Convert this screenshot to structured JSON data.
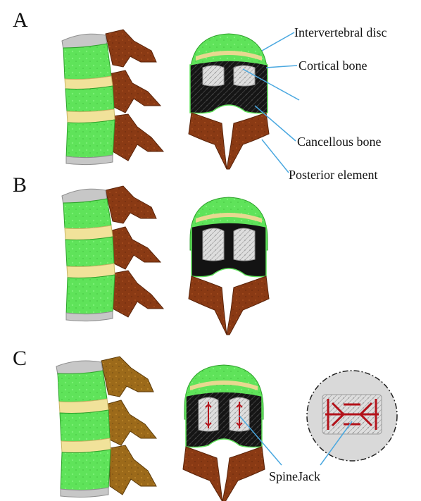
{
  "panels": {
    "a": {
      "letter": "A"
    },
    "b": {
      "letter": "B"
    },
    "c": {
      "letter": "C"
    }
  },
  "callouts": {
    "intervertebral_disc": "Intervertebral disc",
    "cortical_bone": "Cortical bone",
    "cancellous_bone": "Cancellous bone",
    "posterior_element": "Posterior element",
    "spinejack": "SpineJack"
  },
  "colors": {
    "vertebral_body": "#5fe35a",
    "vertebral_body_edge": "#2fa22c",
    "disc": "#f1e29a",
    "endplate": "#bdbdbd",
    "posterior_element_brown": "#8a3a14",
    "posterior_element_gold": "#9c6a1a",
    "cancellous_dark": "#1a1a1a",
    "cortical_light": "#dcdcdc",
    "implant": "#b3121a",
    "callout_line": "#4aa8e0"
  }
}
